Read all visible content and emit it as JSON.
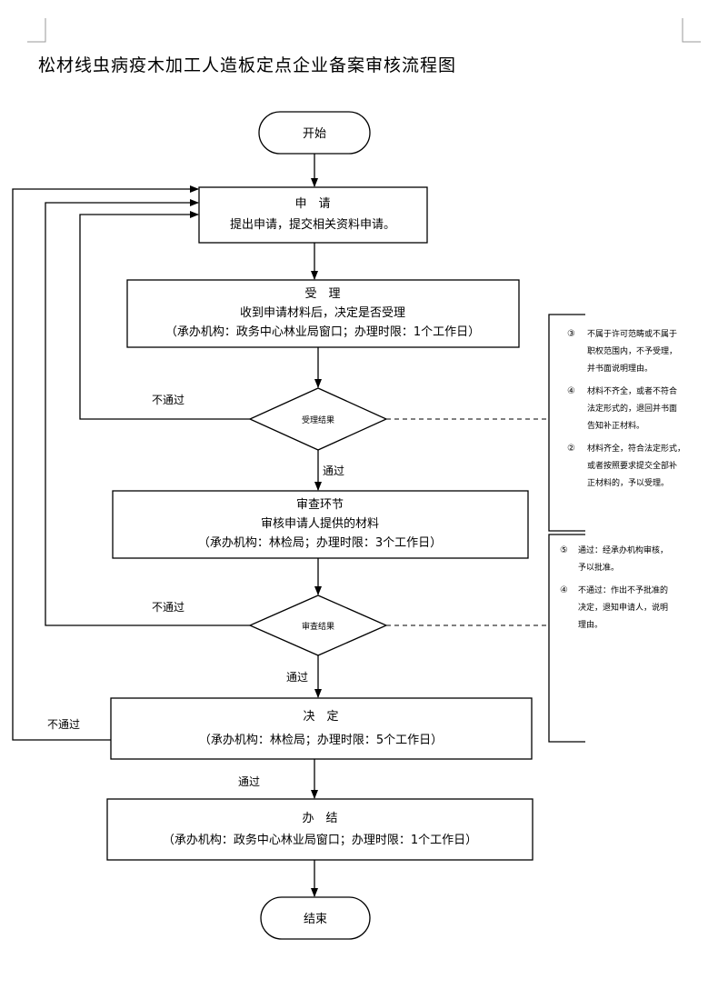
{
  "title": "松材线虫病疫木加工人造板定点企业备案审核流程图",
  "start": "开始",
  "end": "结束",
  "apply": {
    "head": "申　请",
    "line": "提出申请，提交相关资料申请。"
  },
  "accept": {
    "head": "受　理",
    "line": "收到申请材料后，决定是否受理",
    "sub": "（承办机构：政务中心林业局窗口；办理时限：1个工作日）"
  },
  "decision1": "受理结果",
  "review": {
    "head": "审查环节",
    "line": "审核申请人提供的材料",
    "sub": "（承办机构：林检局；办理时限：3个工作日）"
  },
  "decision2": "审查结果",
  "decide": {
    "head": "决　定",
    "sub": "（承办机构：林检局；办理时限：5个工作日）"
  },
  "finish": {
    "head": "办　结",
    "sub": "（承办机构：政务中心林业局窗口；办理时限：1个工作日）"
  },
  "labels": {
    "fail1": "不通过",
    "pass1": "通过",
    "fail2": "不通过",
    "pass2": "通过",
    "fail3": "不通过",
    "pass3": "通过"
  },
  "notes1": [
    {
      "num": "③",
      "lines": [
        "不属于许可范畴或不属于",
        "职权范围内，不予受理，",
        "并书面说明理由。"
      ]
    },
    {
      "num": "④",
      "lines": [
        "材料不齐全，或者不符合",
        "法定形式的，退回并书面",
        "告知补正材料。"
      ]
    },
    {
      "num": "②",
      "lines": [
        "材料齐全，符合法定形式，",
        "或者按照要求提交全部补",
        "正材料的，予以受理。"
      ]
    }
  ],
  "notes2": [
    {
      "num": "⑤",
      "lines": [
        "通过：经承办机构审核，",
        "予以批准。"
      ]
    },
    {
      "num": "④",
      "lines": [
        "不通过：作出不予批准的",
        "决定，退知申请人，说明",
        "理由。"
      ]
    }
  ]
}
